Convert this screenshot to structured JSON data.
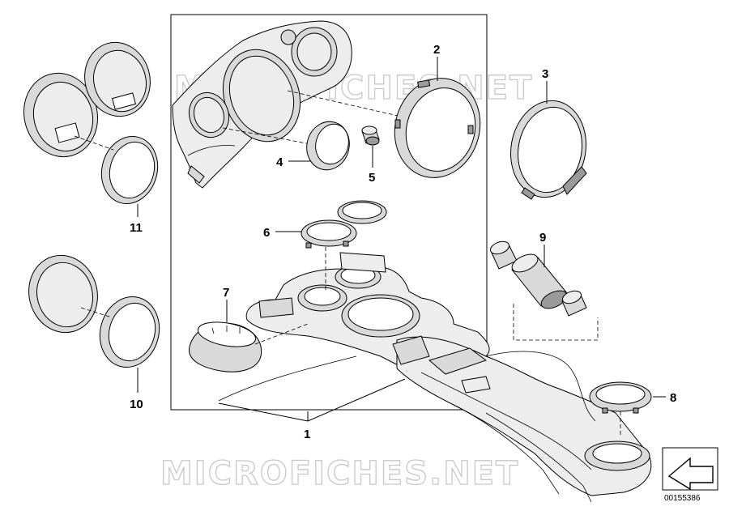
{
  "watermark": "MICROFICHES.NET",
  "diagram_number": "00155386",
  "callouts": {
    "c1": "1",
    "c2": "2",
    "c3": "3",
    "c4": "4",
    "c5": "5",
    "c6": "6",
    "c7": "7",
    "c8": "8",
    "c9": "9",
    "c10": "10",
    "c11": "11"
  }
}
